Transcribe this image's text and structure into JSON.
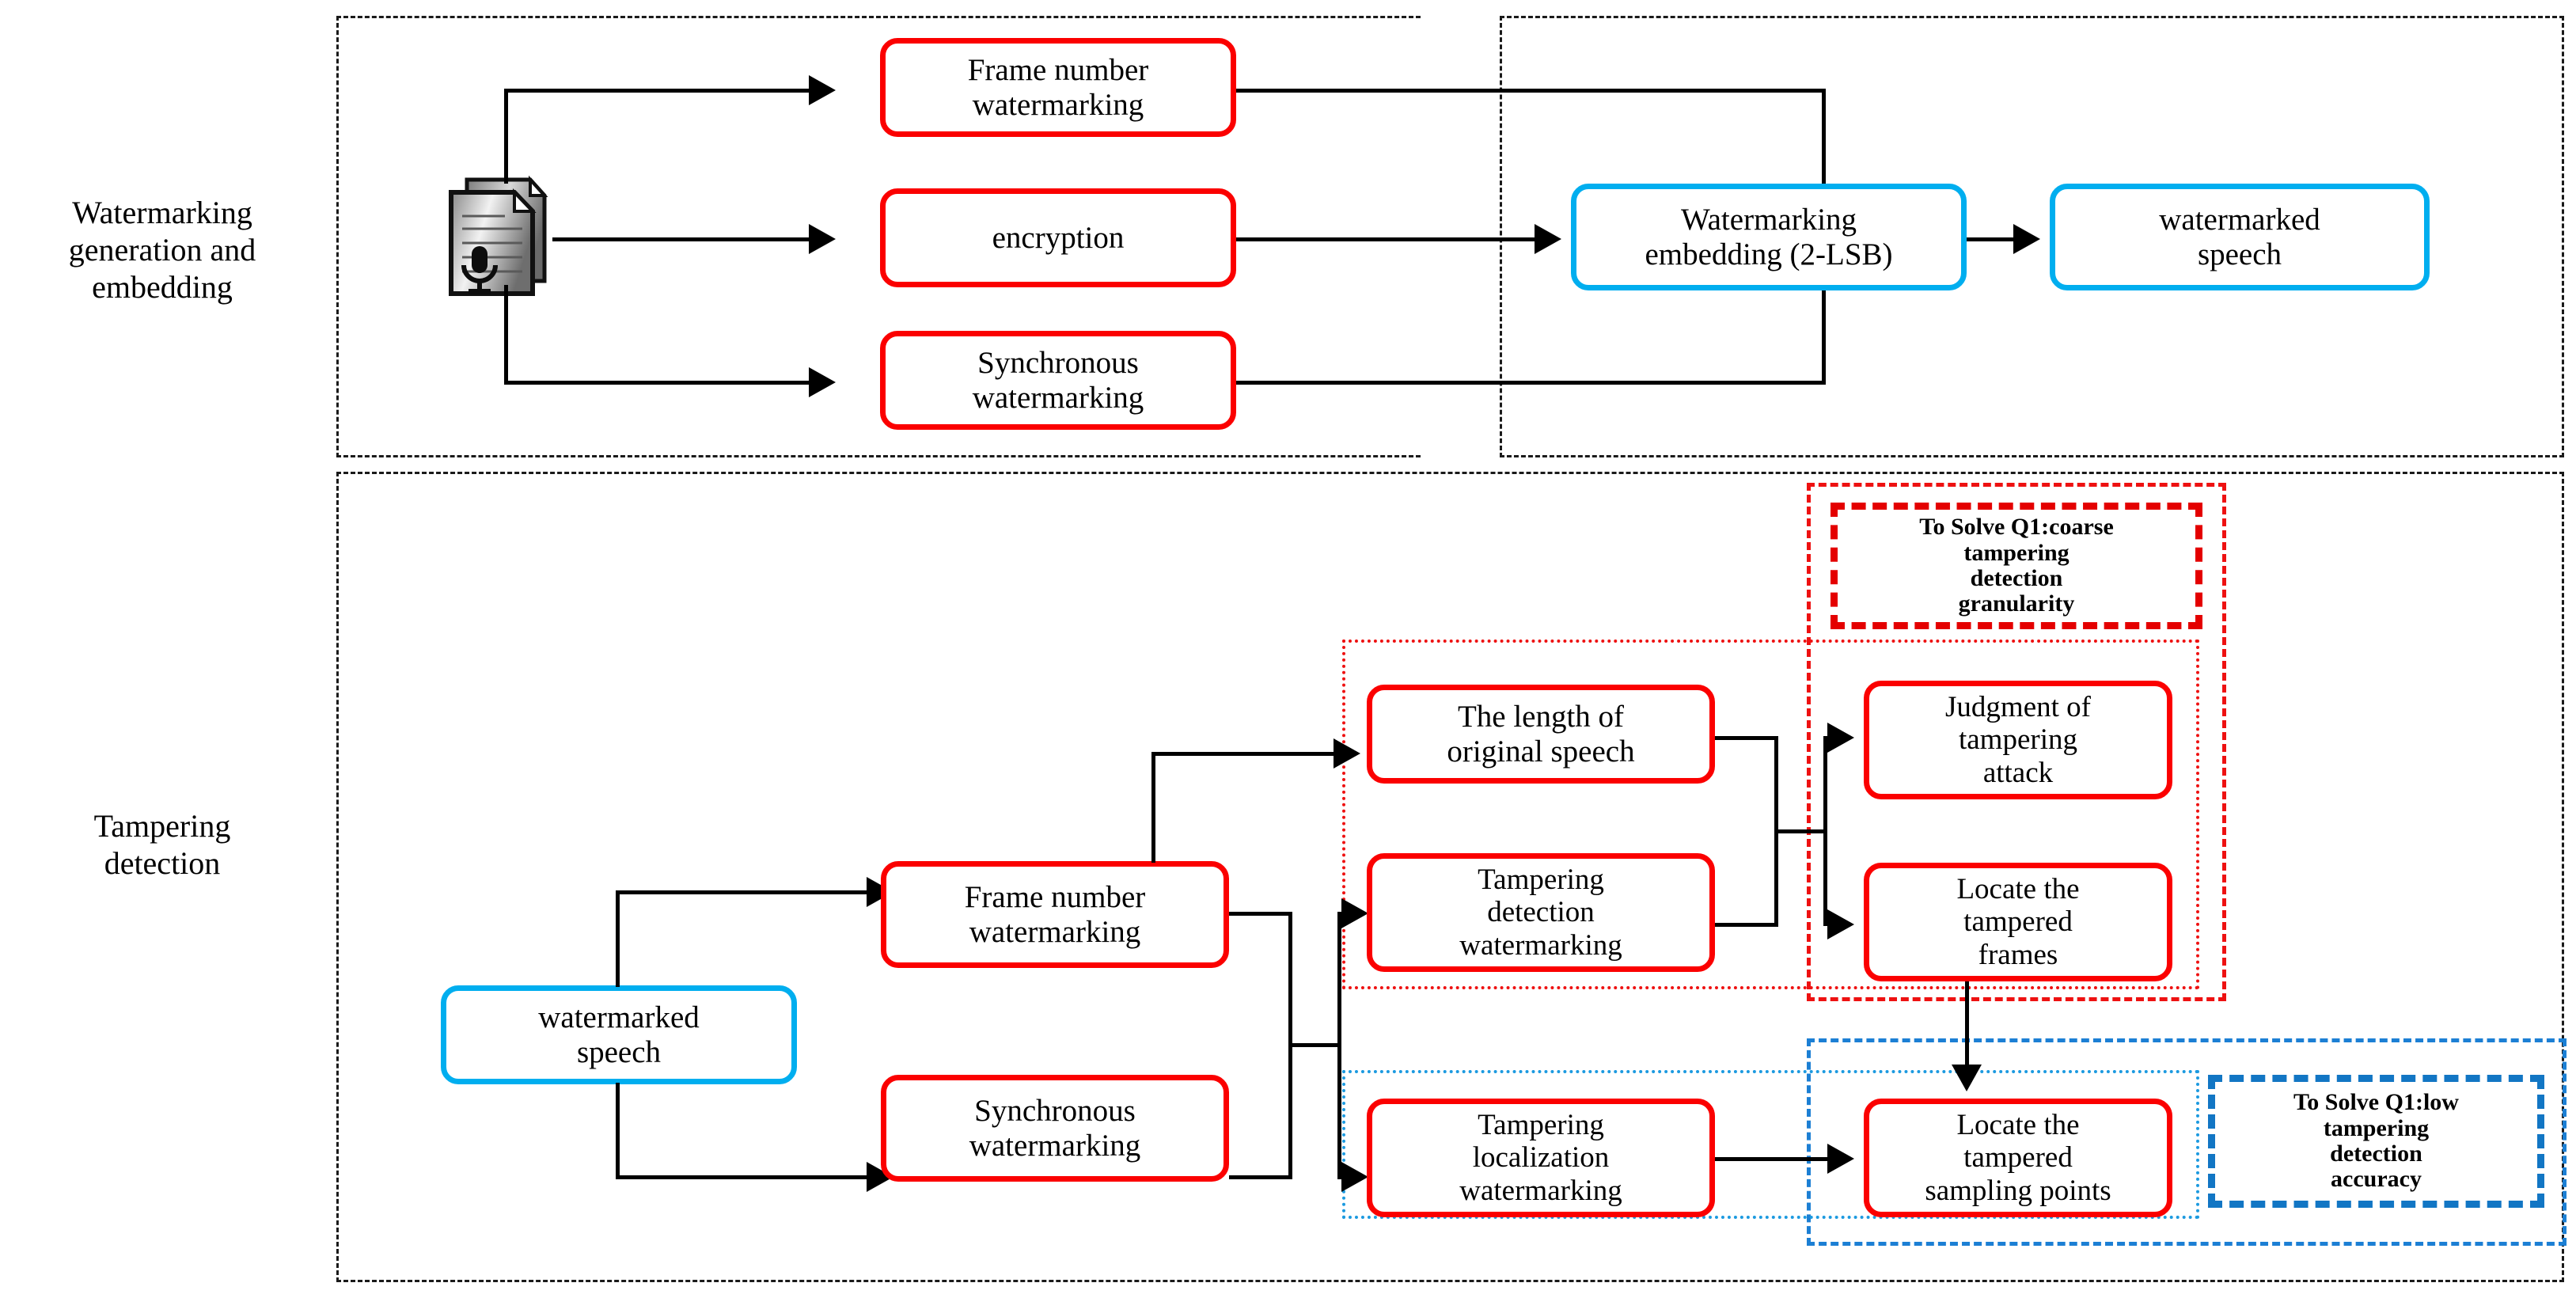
{
  "diagram": {
    "sections": [
      {
        "label": "Watermarking\ngeneration and\nembedding"
      },
      {
        "label": "Tampering\ndetection"
      }
    ],
    "icons": {
      "source_speech": "speech-document-icon"
    },
    "colors": {
      "red_border": "#fb0000",
      "blue_border": "#00aeef",
      "red_group": "#ee1111",
      "blue_group": "#1c7fd4",
      "arrow": "#000000",
      "frame": "#1a1a1a"
    },
    "generation": {
      "nodes": [
        {
          "id": "frame-number-watermarking",
          "label": "Frame number\nwatermarking",
          "style": "red"
        },
        {
          "id": "encryption",
          "label": "encryption",
          "style": "red"
        },
        {
          "id": "synchronous-watermarking",
          "label": "Synchronous\nwatermarking",
          "style": "red"
        },
        {
          "id": "watermarking-embedding",
          "label": "Watermarking\nembedding (2-LSB)",
          "style": "blue"
        },
        {
          "id": "watermarked-speech-out",
          "label": "watermarked\nspeech",
          "style": "blue"
        }
      ]
    },
    "detection": {
      "nodes": [
        {
          "id": "watermarked-speech-in",
          "label": "watermarked\nspeech",
          "style": "blue"
        },
        {
          "id": "frame-number-watermarking-2",
          "label": "Frame number\nwatermarking",
          "style": "red"
        },
        {
          "id": "synchronous-watermarking-2",
          "label": "Synchronous\nwatermarking",
          "style": "red"
        },
        {
          "id": "length-of-original-speech",
          "label": "The length of\noriginal speech",
          "style": "red"
        },
        {
          "id": "tampering-detection-watermarking",
          "label": "Tampering\ndetection\nwatermarking",
          "style": "red"
        },
        {
          "id": "judgment-of-tampering-attack",
          "label": "Judgment of\ntampering\nattack",
          "style": "red"
        },
        {
          "id": "locate-tampered-frames",
          "label": "Locate the\ntampered\nframes",
          "style": "red"
        },
        {
          "id": "tampering-localization-watermarking",
          "label": "Tampering\nlocalization\nwatermarking",
          "style": "red"
        },
        {
          "id": "locate-tampered-sampling-points",
          "label": "Locate the\ntampered\nsampling points",
          "style": "red"
        }
      ],
      "notes": [
        {
          "id": "note-q1-coarse",
          "label": "To Solve Q1:coarse\ntampering\ndetection\ngranularity",
          "style": "red"
        },
        {
          "id": "note-q1-low",
          "label": "To Solve Q1:low\ntampering\ndetection\naccuracy",
          "style": "blue"
        }
      ]
    }
  }
}
